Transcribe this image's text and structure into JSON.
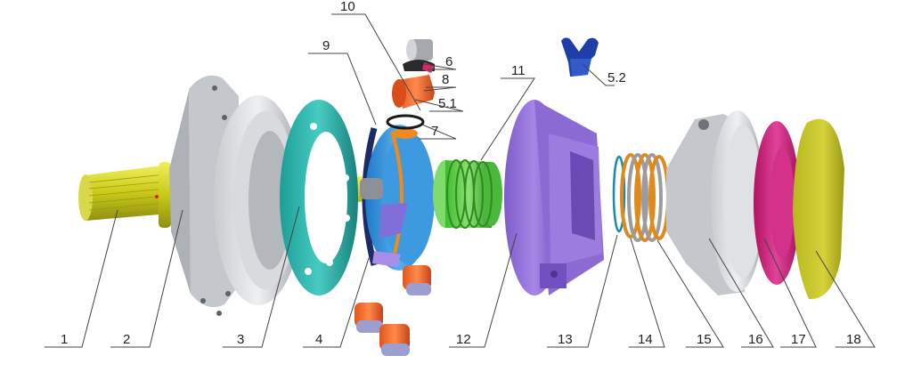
{
  "diagram": {
    "labels": [
      "1",
      "2",
      "3",
      "4",
      "5.1",
      "5.2",
      "6",
      "7",
      "8",
      "9",
      "10",
      "11",
      "12",
      "13",
      "14",
      "15",
      "16",
      "17",
      "18"
    ]
  }
}
